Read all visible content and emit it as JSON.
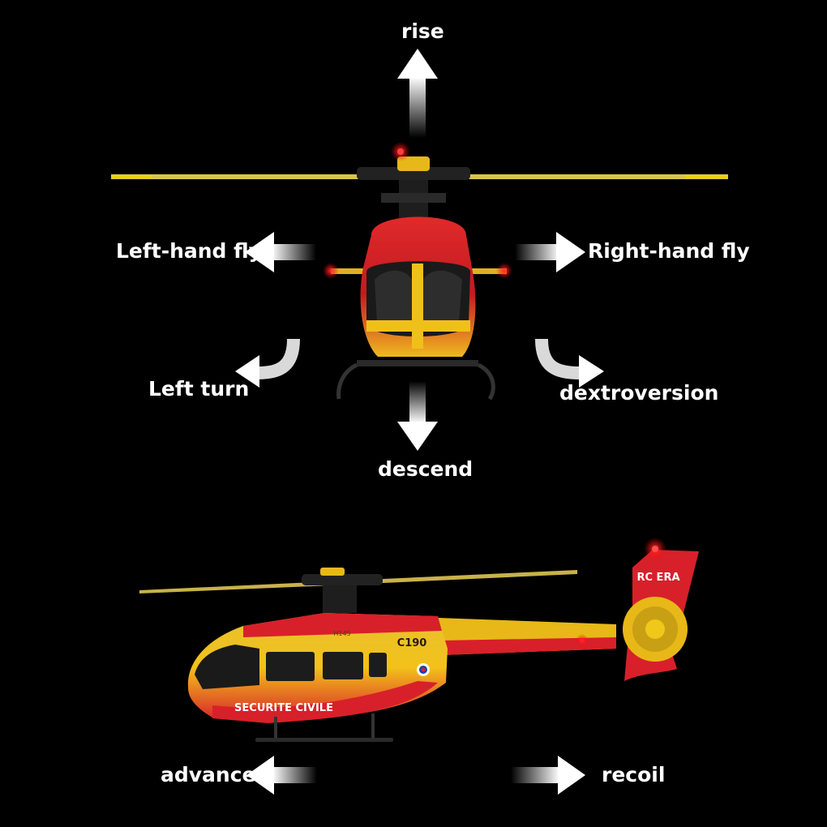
{
  "top_view": {
    "labels": {
      "rise": "rise",
      "left_hand_fly": "Left-hand fly",
      "right_hand_fly": "Right-hand fly",
      "left_turn": "Left turn",
      "dextroversion": "dextroversion",
      "descend": "descend"
    }
  },
  "side_view": {
    "labels": {
      "advance": "advance",
      "recoil": "recoil"
    },
    "livery_text": "SECURITE CIVILE",
    "model_text": "C190",
    "tail_brand": "RC ERA",
    "nose_text": "H145"
  },
  "colors": {
    "background": "#000000",
    "body_red": "#d8202a",
    "body_yellow": "#f2c21a",
    "rotor_dark": "#1c1c1c",
    "light_red": "#ff2a2a"
  }
}
